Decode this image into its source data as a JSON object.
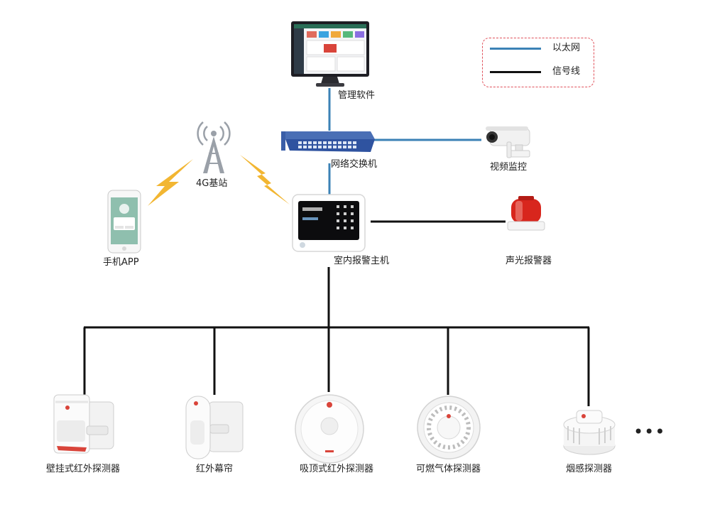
{
  "colors": {
    "ethernet": "#3b82b6",
    "signal": "#111111",
    "legend_border": "#e0505a",
    "lightning": "#f2b632"
  },
  "legend": {
    "ethernet_label": "以太网",
    "signal_label": "信号线"
  },
  "nodes": {
    "management_software": "管理软件",
    "network_switch": "网络交换机",
    "video_surveillance": "视频监控",
    "base_station": "4G基站",
    "mobile_app": "手机APP",
    "alarm_host": "室内报警主机",
    "sound_light_alarm": "声光报警器"
  },
  "detectors": [
    {
      "label": "壁挂式红外探测器",
      "icon": "wall-mounted-pir-detector"
    },
    {
      "label": "红外幕帘",
      "icon": "infrared-curtain-detector"
    },
    {
      "label": "吸顶式红外探测器",
      "icon": "ceiling-pir-detector"
    },
    {
      "label": "可燃气体探测器",
      "icon": "gas-detector"
    },
    {
      "label": "烟感探测器",
      "icon": "smoke-detector"
    }
  ],
  "more_indicator": "•••"
}
